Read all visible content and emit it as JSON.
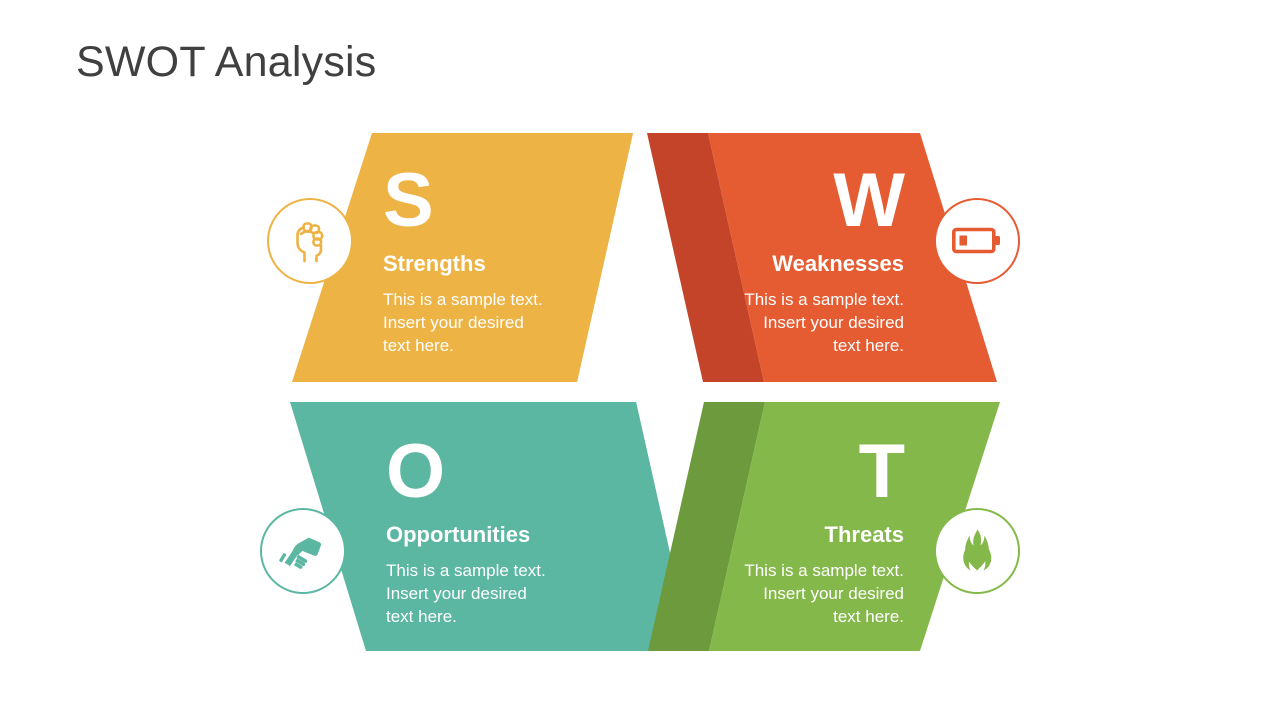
{
  "slide": {
    "title": "SWOT Analysis",
    "title_color": "#404040",
    "background_color": "#ffffff"
  },
  "diagram": {
    "type": "swot-four-quadrant-chevron",
    "quadrants": [
      {
        "key": "strengths",
        "letter": "S",
        "name": "Strengths",
        "body": "This is a sample text.\nInsert your desired\ntext here.",
        "color": "#EDB344",
        "shadow_color": "#D29B30",
        "icon": "raised-fist-icon",
        "position": "top-left",
        "text_align": "left"
      },
      {
        "key": "weaknesses",
        "letter": "W",
        "name": "Weaknesses",
        "body": "This is a sample text.\nInsert your desired\ntext here.",
        "color": "#E55B32",
        "shadow_color": "#C34428",
        "icon": "low-battery-icon",
        "position": "top-right",
        "text_align": "right"
      },
      {
        "key": "opportunities",
        "letter": "O",
        "name": "Opportunities",
        "body": "This is a sample text.\nInsert your desired\ntext here.",
        "color": "#5BB7A2",
        "shadow_color": "#459386",
        "icon": "handshake-icon",
        "position": "bottom-left",
        "text_align": "left"
      },
      {
        "key": "threats",
        "letter": "T",
        "name": "Threats",
        "body": "This is a sample text.\nInsert your desired\ntext here.",
        "color": "#85B84A",
        "shadow_color": "#6D9A3C",
        "icon": "flame-icon",
        "position": "bottom-right",
        "text_align": "right"
      }
    ]
  }
}
